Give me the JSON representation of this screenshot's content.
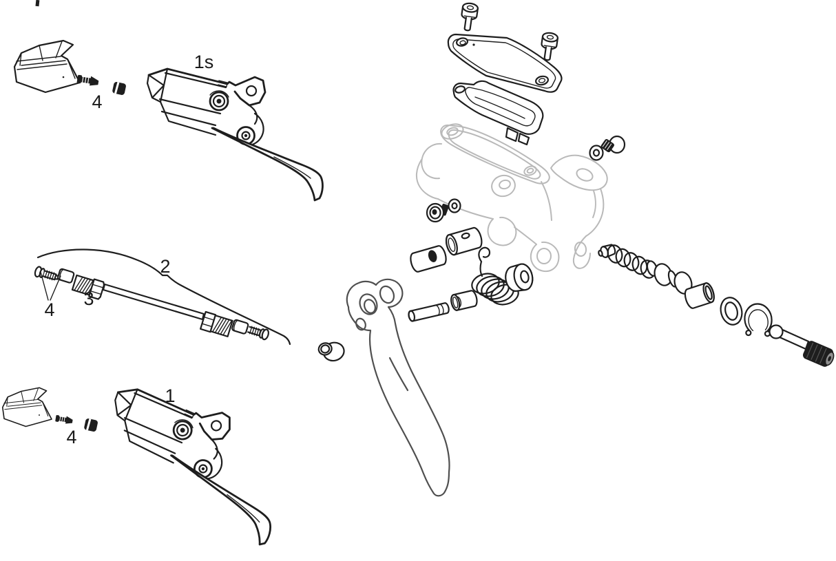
{
  "diagram": {
    "description": "Exploded parts diagram of a hydraulic disc brake lever",
    "background_color": "#ffffff",
    "colors": {
      "line": "#1e1e1e",
      "ghosted_body": "#b9b9b9",
      "lever_blade": "#4f4f4f",
      "label_text": "#1a1a1a"
    },
    "labels": {
      "lever_assembly_s": "1s",
      "clamp_bolt_top": "4",
      "hose": "2",
      "compression_nut": "3",
      "fitting_hardware": "4",
      "lever_assembly": "1",
      "clamp_bolt_bottom": "4"
    }
  }
}
